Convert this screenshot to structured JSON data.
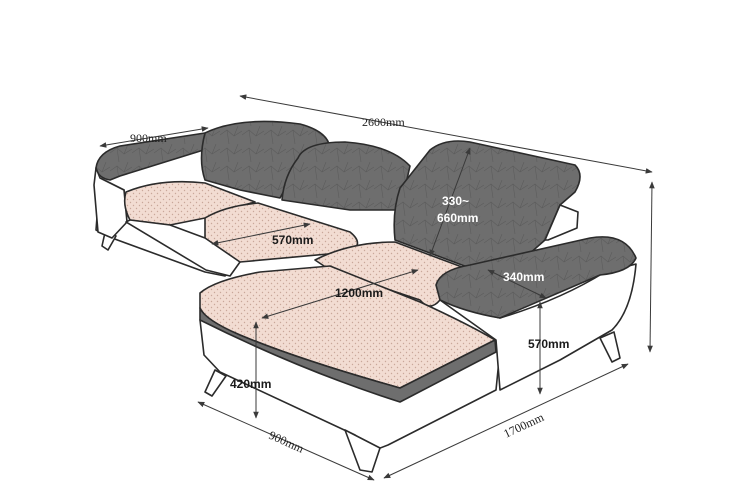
{
  "colors": {
    "leather": "#6e6e6e",
    "leather_light": "#8a8a8a",
    "cushion": "#f2dcd2",
    "cushion_dots": "#c9a79a",
    "frame": "#ffffff",
    "line": "#2b2b2b"
  },
  "dimensions": {
    "total_length": "2600mm",
    "left_depth": "900mm",
    "seat_depth": "570mm",
    "headrest_height": "330~",
    "headrest_height_2": "660mm",
    "chaise_length": "1200mm",
    "arm_width": "340mm",
    "arm_height": "570mm",
    "seat_height": "420mm",
    "chaise_width": "900mm",
    "chaise_depth": "1700mm"
  }
}
